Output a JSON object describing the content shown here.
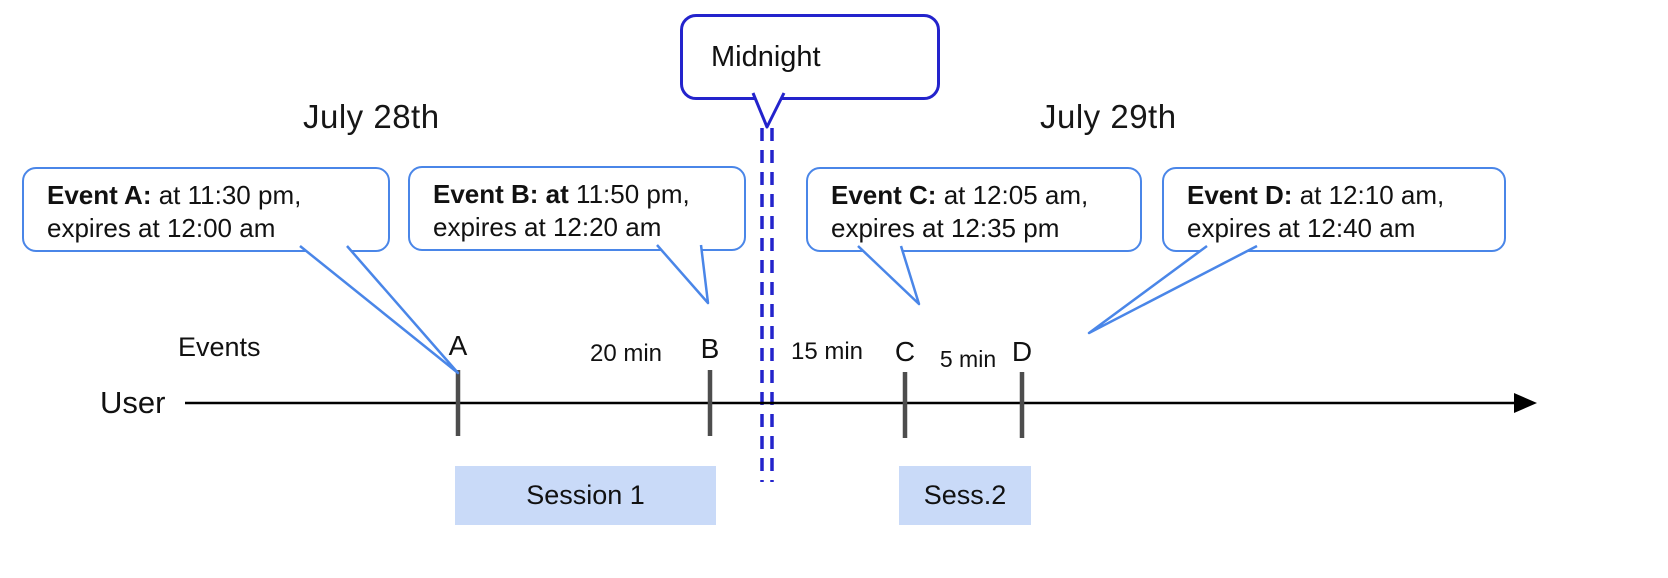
{
  "diagram": {
    "dates": {
      "left": "July 28th",
      "right": "July 29th"
    },
    "midnight": {
      "label": "Midnight"
    },
    "events": [
      {
        "label": "A",
        "bold": "Event A:",
        "rest": " at 11:30 pm,",
        "line2": "expires at 12:00 am"
      },
      {
        "label": "B",
        "bold": "Event B: at",
        "rest": " 11:50 pm,",
        "line2": "expires at 12:20 am"
      },
      {
        "label": "C",
        "bold": "Event C:",
        "rest": " at 12:05 am,",
        "line2": "expires at 12:35 pm"
      },
      {
        "label": "D",
        "bold": "Event D:",
        "rest": " at 12:10 am,",
        "line2": "expires at 12:40 am"
      }
    ],
    "timeline": {
      "events_label": "Events",
      "user_label": "User",
      "ticks": [
        "A",
        "B",
        "C",
        "D"
      ],
      "intervals": [
        "20 min",
        "15 min",
        "5 min"
      ]
    },
    "sessions": [
      {
        "label": "Session 1"
      },
      {
        "label": "Sess.2"
      }
    ],
    "colors": {
      "callout_blue": "#4a86e8",
      "midnight_blue": "#2323cc",
      "session_fill": "#c9daf8",
      "tick_gray": "#4d4d4d",
      "timeline_black": "#000000"
    }
  }
}
